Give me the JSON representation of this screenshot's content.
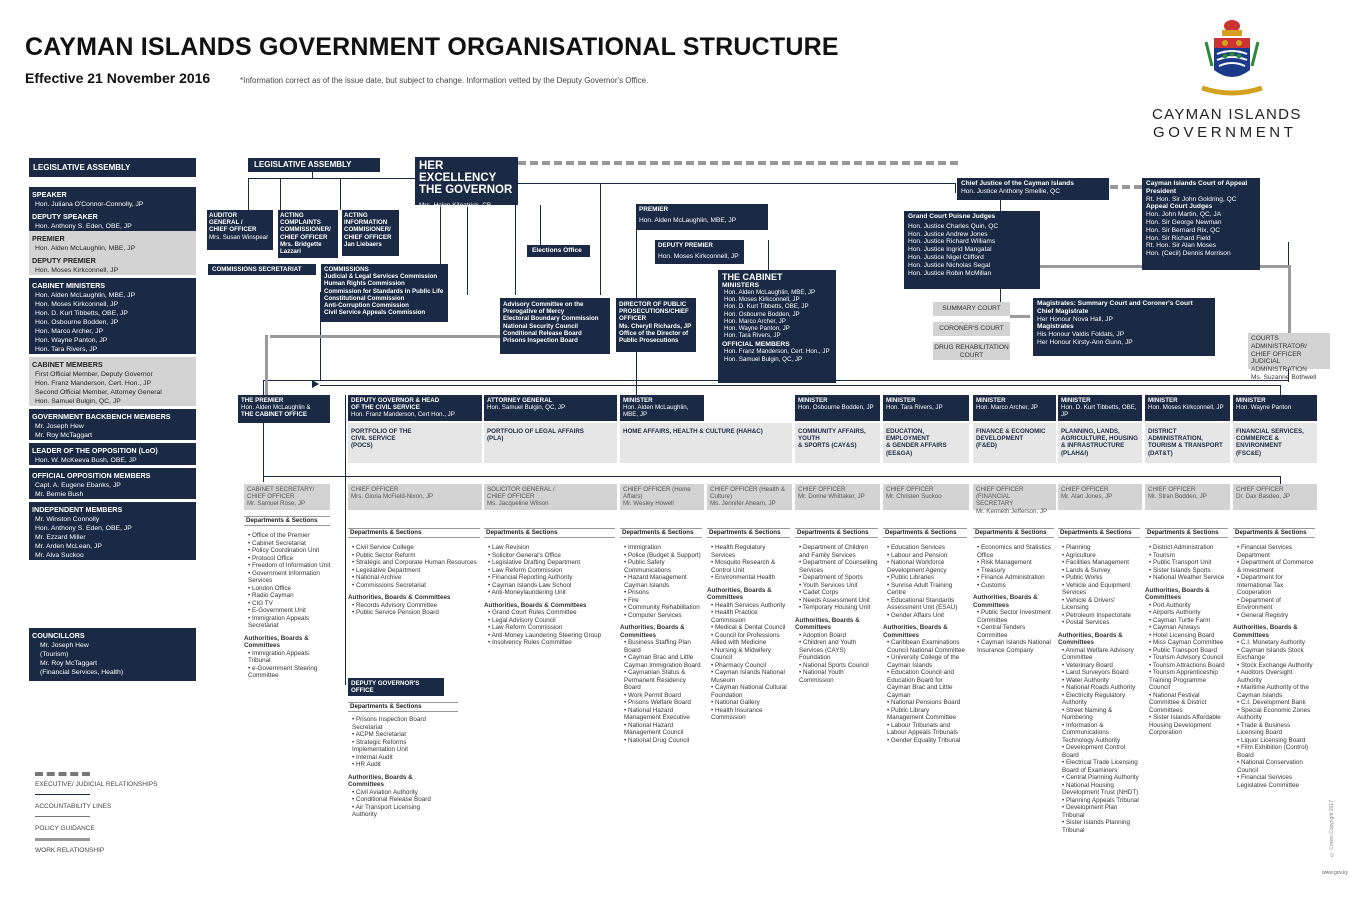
{
  "header": {
    "title": "CAYMAN ISLANDS GOVERNMENT ORGANISATIONAL STRUCTURE",
    "effective": "Effective 21 November 2016",
    "note": "*Information correct as of the issue date, but subject to change. Information vetted by the Deputy Governor's Office.",
    "logo_line1": "CAYMAN ISLANDS",
    "logo_line2": "GOVERNMENT"
  },
  "sidebar": {
    "title": "LEGISLATIVE ASSEMBLY",
    "groups": [
      {
        "heading": "SPEAKER",
        "items": [
          "Hon. Juliana O'Connor-Connolly, JP"
        ],
        "tone": "navy"
      },
      {
        "heading": "DEPUTY SPEAKER",
        "items": [
          "Hon. Anthony S. Eden, OBE, JP"
        ],
        "tone": "navy"
      },
      {
        "heading": "PREMIER",
        "items": [
          "Hon. Alden McLaughlin, MBE, JP"
        ],
        "tone": "grey"
      },
      {
        "heading": "DEPUTY PREMIER",
        "items": [
          "Hon. Moses Kirkconnell, JP"
        ],
        "tone": "grey"
      },
      {
        "heading": "CABINET MINISTERS",
        "items": [
          "Hon. Alden McLaughlin, MBE, JP",
          "Hon. Moses Kirkconnell, JP",
          "Hon. D. Kurt Tibbetts, OBE, JP",
          "Hon. Osbourne Bodden, JP",
          "Hon. Marco Archer, JP",
          "Hon. Wayne Panton, JP",
          "Hon. Tara Rivers, JP"
        ],
        "tone": "navy"
      },
      {
        "heading": "CABINET MEMBERS",
        "items": [
          "First Official Member, Deputy Governor",
          "Hon. Franz Manderson, Cert. Hon., JP",
          "Second Official Member, Attorney General",
          "Hon. Samuel Bulgin, QC, JP"
        ],
        "tone": "grey"
      },
      {
        "heading": "GOVERNMENT BACKBENCH MEMBERS",
        "items": [
          "Mr. Joseph Hew",
          "Mr. Roy McTaggart"
        ],
        "tone": "navy"
      },
      {
        "heading": "LEADER OF THE OPPOSITION (LoO)",
        "items": [
          "Hon. W. McKeeva Bush, OBE, JP"
        ],
        "tone": "navy"
      },
      {
        "heading": "OFFICIAL OPPOSITION MEMBERS",
        "items": [
          "Capt. A. Eugene Ebanks, JP",
          "Mr. Bernie Bush"
        ],
        "tone": "navy"
      },
      {
        "heading": "INDEPENDENT MEMBERS",
        "items": [
          "Mr. Winston Connolly",
          "Hon. Anthony S. Eden, OBE, JP",
          "Mr. Ezzard Miller",
          "Mr. Arden McLean, JP",
          "Mr. Alva Suckoo"
        ],
        "tone": "navy"
      }
    ],
    "councillors": {
      "heading": "COUNCILLORS",
      "items": [
        "Mr. Joseph Hew",
        "(Tourism)",
        "Mr. Roy McTaggart",
        "(Financial Services, Health)"
      ]
    }
  },
  "legend": [
    "EXECUTIVE/ JUDICIAL RELATIONSHIPS",
    "ACCOUNTABILITY LINES",
    "POLICY GUIDANCE",
    "WORK RELATIONSHIP"
  ],
  "top": {
    "leg_assembly": "LEGISLATIVE ASSEMBLY",
    "auditor": [
      "AUDITOR",
      "GENERAL /",
      "CHIEF OFFICER",
      "Mrs. Susan Winspear"
    ],
    "complaints": [
      "ACTING COMPLAINTS",
      "COMMISSIONER/",
      "CHIEF OFFICER",
      "Mrs. Bridgette",
      "Lazzari"
    ],
    "info": [
      "ACTING",
      "INFORMATION",
      "COMMISIONER/",
      "CHIEF OFFICER",
      "Jan Liebaers"
    ],
    "comm_sec": "COMMISSIONS SECRETARIAT",
    "commissions": [
      "COMMISSIONS",
      "Judicial & Legal Services Commission",
      "Human Rights Commission",
      "Commission for Standards in Public Life",
      "Constitutional Commission",
      "Anti-Corruption Commission",
      "Civil Service Appeals Commission"
    ],
    "governor_title": "HER EXCELLENCY THE GOVERNOR",
    "governor_name": "Mrs. Helen Kilpatrick,  CB",
    "elections": "Elections Office",
    "advisory": [
      "Advisory Committee on the",
      "Prerogative of Mercy",
      "Electoral Boundary Commission",
      "National Security Council",
      "Conditional Release Board",
      "Prisons Inspection Board"
    ],
    "dpp": [
      "DIRECTOR OF PUBLIC",
      "PROSECUTIONS/CHIEF",
      "OFFICER",
      "Ms. Cheryll Richards, JP",
      "Office of the Director of",
      "Public Prosecutions"
    ],
    "premier_label": "PREMIER",
    "premier_name": "Hon. Alden McLaughlin, MBE, JP",
    "dp_label": "DEPUTY PREMIER",
    "dp_name": "Hon. Moses Kirkconnell, JP",
    "cabinet_title": "THE CABINET",
    "cabinet_ministers_h": "MINISTERS",
    "cabinet_ministers": [
      "Hon. Alden McLaughlin, MBE, JP",
      "Hon. Moses Kirkconnell, JP",
      "Hon. D. Kurt Tibbetts, OBE, JP",
      "Hon. Osbourne Bodden, JP",
      "Hon. Marco Archer, JP",
      "Hon. Wayne Panton, JP",
      "Hon. Tara Rivers, JP"
    ],
    "cabinet_official_h": "OFFICIAL MEMBERS",
    "cabinet_official": [
      "Hon. Franz Manderson, Cert. Hon., JP",
      "Hon. Samuel Bulgin, QC, JP"
    ],
    "chief_justice": [
      "Chief Justice of the Cayman Islands",
      "Hon. Justice Anthony Smellie, QC"
    ],
    "appeal": [
      "Cayman Islands Court of Appeal",
      "President",
      "Rt. Hon. Sir John Goldring, QC",
      "Appeal Court Judges",
      "Hon. John Martin, QC, JA",
      "Hon. Sir George Newman",
      "Hon. Sir Bernard Rix, QC",
      "Hon. Sir Richard Field",
      "Rt. Hon. Sir Alan Moses",
      "Hon. (Cecil) Dennis Morrison"
    ],
    "grand_court": [
      "Grand Court Puisne Judges",
      "Hon. Justice Charles Quin, QC",
      "Hon. Justice Andrew Jones",
      "Hon. Justice Richard Williams",
      "Hon. Justice Ingrid Mangatal",
      "Hon. Justice Nigel Clifford",
      "Hon. Justice Nicholas Segal",
      "Hon. Justice Robin McMillan"
    ],
    "summary_court": "SUMMARY COURT",
    "coroners_court": "CORONER'S COURT",
    "drug_court": "DRUG REHABILITATION COURT",
    "magistrates": [
      "Magistrates: Summary Court and Coroner's Court",
      "Chief Magistrate",
      "Her Honour Nova Hall, JP",
      "Magistrates",
      "His Honour Valdis Foldats, JP",
      "Her Honour Kirsty-Ann Gunn, JP"
    ],
    "courts_admin": [
      "COURTS ADMINISTRATOR/",
      "CHIEF OFFICER",
      "JUDICIAL ADMINISTRATION",
      "Ms. Suzanne Bothwell"
    ]
  },
  "premier_box": [
    "THE PREMIER",
    "Hon. Alden McLaughlin &",
    "THE CABINET OFFICE"
  ],
  "columns": [
    {
      "head": [
        "DEPUTY GOVERNOR & HEAD",
        "OF THE CIVIL SERVICE"
      ],
      "name": "Hon. Franz Manderson, Cert Hon., JP",
      "portfolio": [
        "PORTFOLIO OF THE",
        "CIVIL SERVICE",
        "(POCS)"
      ],
      "co": [
        "CHIEF OFFICER",
        "Mrs. Gloria McField-Nixon, JP"
      ],
      "depts": [
        "Civil Service College",
        "Public Sector Reform",
        "Strategic and Corporate Human Resources",
        "Legislative Department",
        "National Archive",
        "Commissions Secretariat"
      ],
      "boards": [
        "Records Advisory Committee",
        "Public Service Pension Board"
      ]
    },
    {
      "head": [
        "ATTORNEY GENERAL"
      ],
      "name": "Hon. Samuel Bulgin, QC, JP",
      "portfolio": [
        "PORTFOLIO OF LEGAL AFFAIRS",
        "(PLA)"
      ],
      "co": [
        "SOLICITOR GENERAL /",
        "CHIEF OFFICER",
        "Ms. Jacqueline Wilson"
      ],
      "depts": [
        "Law Revision",
        "Solicitor General's Office",
        "Legislative Drafting Department",
        "Law Reform Commission",
        "Financial Reporting Authority",
        "Cayman Islands Law School",
        "Anti-Moneylaundering Unit"
      ],
      "boards": [
        "Grand Court Rules Committee",
        "Legal Advisory Council",
        "Law Reform Commission",
        "Anti-Money Laundering Steering Group",
        "Insolvency Rules Committee"
      ]
    },
    {
      "head": [
        "MINISTER"
      ],
      "name": "Hon. Alden McLaughlin, MBE, JP",
      "portfolio": [
        "HOME AFFAIRS, HEALTH & CULTURE (HAH&C)"
      ],
      "co": [
        "CHIEF OFFICER (Home Affairs)",
        "Mr. Wesley Howell"
      ],
      "depts": [
        "Immigration",
        "Police (Budget & Support)",
        "Public Safety Communications",
        "Hazard Management Cayman Islands",
        "Prisons",
        "Fire",
        "Community Rehabilitation",
        "Computer Services"
      ],
      "boards": [
        "Business Staffing Plan Board",
        "Cayman Brac and Little Cayman Immigration Board",
        "Caymanian Status & Permanent Residency Board",
        "Work Permit Board",
        "Prisons Welfare Board",
        "National Hazard Management Executive",
        "National Hazard Management Council",
        "National Drug Council"
      ]
    },
    {
      "head": [],
      "name": "",
      "portfolio": [],
      "co": [
        "CHIEF OFFICER (Health & Culture)",
        "Ms. Jennifer Ahearn, JP"
      ],
      "depts": [
        "Health Regulatory Services",
        "Mosquito Research & Control Unit",
        "Environmental Health"
      ],
      "boards": [
        "Health Services Authority",
        "Health Practice Commission",
        "Medical & Dental Council",
        "Council for Professions Allied with Medicine",
        "Nursing & Midwifery Council",
        "Pharmacy Council",
        "Cayman Islands National Museum",
        "Cayman National Cultural Foundation",
        "National Gallery",
        "Health Insurance Commission"
      ]
    },
    {
      "head": [
        "MINISTER"
      ],
      "name": "Hon. Osbourne Bodden, JP",
      "portfolio": [
        "COMMUNITY AFFAIRS, YOUTH",
        "& SPORTS (CAY&S)"
      ],
      "co": [
        "CHIEF OFFICER",
        "Mr. Dorine Whittaker, JP"
      ],
      "depts": [
        "Department of Children and Family Services",
        "Department of Counselling Services",
        "Department of Sports",
        "Youth Services Unit",
        "Cadet Corps",
        "Needs Assessment Unit",
        "Temporary Housing Unit"
      ],
      "boards": [
        "Adoption Board",
        "Children and Youth Services (CAYS) Foundation",
        "National Sports Council",
        "National Youth Commission"
      ]
    },
    {
      "head": [
        "MINISTER"
      ],
      "name": "Hon. Tara Rivers, JP",
      "portfolio": [
        "EDUCATION, EMPLOYMENT",
        "& GENDER AFFAIRS",
        "(EE&GA)"
      ],
      "co": [
        "CHIEF OFFICER",
        "Mr. Christen Suckoo"
      ],
      "depts": [
        "Education Services",
        "Labour and Pension",
        "National Workforce Development Agency",
        "Public Libraries",
        "Sunrise Adult Training Centre",
        "Educational Standards Assessment Unit (ESAU)",
        "Gender Affairs Unit"
      ],
      "boards": [
        "Caribbean Examinations Council National Committee",
        "University College of the Cayman Islands",
        "Education Council and Education Board for Cayman Brac and Little Cayman",
        "National Pensions Board",
        "Public Library Management Committee",
        "Labour Tribunals and Labour Appeals Tribunals",
        "Gender Equality Tribunal"
      ]
    },
    {
      "head": [
        "MINISTER"
      ],
      "name": "Hon. Marco Archer, JP",
      "portfolio": [
        "FINANCE & ECONOMIC",
        "DEVELOPMENT",
        "(F&ED)"
      ],
      "co": [
        "CHIEF OFFICER (FINANCIAL",
        "SECRETARY",
        "Mr. Kenneth Jefferson, JP"
      ],
      "depts": [
        "Economics and Statistics Office",
        "Risk Management",
        "Treasury",
        "Finance Administration",
        "Customs"
      ],
      "boards": [
        "Public Sector Investment Committee",
        "Central Tenders Committee",
        "Cayman Islands National Insurance Company"
      ]
    },
    {
      "head": [
        "MINISTER"
      ],
      "name": "Hon. D. Kurt Tibbetts, OBE, JP",
      "portfolio": [
        "PLANNING, LANDS,",
        "AGRICULTURE, HOUSING",
        "& INFRASTRUCTURE",
        "(PLAH&I)"
      ],
      "co": [
        "CHIEF OFFICER",
        "Mr. Alan Jones, JP"
      ],
      "depts": [
        "Planning",
        "Agriculture",
        "Facilities Management",
        "Lands & Survey",
        "Public Works",
        "Vehicle and Equipment Services",
        "Vehicle & Drivers' Licensing",
        "Petroleum Inspectorate",
        "Postal Services"
      ],
      "boards": [
        "Animal Welfare Advisory Committee",
        "Veterinary Board",
        "Land Surveyors Board",
        "Water Authority",
        "National Roads Authority",
        "Electricity Regulatory Authority",
        "Street Naming & Numbering",
        "Information & Communications Technology Authority",
        "Development Control Board",
        "Electrical Trade Licensing Board of Examiners",
        "Central Planning Authority",
        "National Housing Development Trust (NHDT)",
        "Planning Appeals Tribunal",
        "Development Plan Tribunal",
        "Sister Islands Planning Tribunal"
      ]
    },
    {
      "head": [
        "MINISTER"
      ],
      "name": "Hon. Moses Kirkconnell, JP",
      "portfolio": [
        "DISTRICT",
        "ADMINISTRATION,",
        "TOURISM & TRANSPORT",
        "(DAT&T)"
      ],
      "co": [
        "CHIEF OFFICER",
        "Mr. Stran Bodden, JP"
      ],
      "depts": [
        "District Administration",
        "Tourism",
        "Public Transport Unit",
        "Sister Islands Sports",
        "National Weather Service"
      ],
      "boards": [
        "Port Authority",
        "Airports Authority",
        "Cayman Turtle Farm",
        "Cayman Airways",
        "Hotel Licensing Board",
        "Miss Cayman Committee",
        "Public Transport Board",
        "Tourism Advisory Council",
        "Tourism Attractions Board",
        "Tourism Apprenticeship Training Programme Council",
        "National Festival Committee & District Committees",
        "Sister Islands Affordable Housing Development Corporation"
      ]
    },
    {
      "head": [
        "MINISTER"
      ],
      "name": "Hon. Wayne Panton",
      "portfolio": [
        "FINANCIAL SERVICES,",
        "COMMERCE &",
        "ENVIRONMENT",
        "(FSC&E)"
      ],
      "co": [
        "CHIEF OFFICER",
        "Dr. Dax Basdeo, JP"
      ],
      "depts": [
        "Financial Services Department",
        "Department of Commerce & Investment",
        "Department for International Tax Cooperation",
        "Department of Environment",
        "General Registry"
      ],
      "boards": [
        "C.I. Monetary Authority",
        "Cayman Islands Stock Exchange",
        "Stock Exchange Authority",
        "Auditors Oversight Authority",
        "Maritime Authority of the Cayman Islands",
        "C.I. Development Bank",
        "Special Economic Zones Authority",
        "Trade & Business Licensing Board",
        "Liquor Licensing Board",
        "Film Exhibition (Control) Board",
        "National Conservation Council",
        "Financial Services Legislative Committee"
      ]
    }
  ],
  "cabinet_office": {
    "co": [
      "CABINET SECRETARY/",
      "CHIEF OFFICER",
      "Mr. Samuel Rose, JP"
    ],
    "depts": [
      "Office of the Premier",
      "Cabinet Secretariat",
      "Policy Coordination Unit",
      "Protocol Office",
      "Freedom of Information Unit",
      "Government Information Services",
      "London Office",
      "Radio Cayman",
      "CIG TV",
      "E-Government Unit",
      "Immigration Appeals Secretariat"
    ],
    "boards": [
      "Immigration Appeals Tribunal",
      "e-Government Steering Committee"
    ]
  },
  "dgo": {
    "title": [
      "DEPUTY GOVERNOR'S",
      "OFFICE"
    ],
    "depts": [
      "Prisons Inspection Board Secretariat",
      "ACPM Secretariat",
      "Strategic Reforms Implementation Unit",
      "Internal Audit",
      "HR Audit"
    ],
    "boards": [
      "Civil Aviation Authority",
      "Conditional Release Board",
      "Air Transport Licensing Authority"
    ]
  },
  "labels": {
    "depts": "Departments & Sections",
    "boards": "Authorities, Boards & Committees"
  },
  "footer": {
    "web": "www.gov.ky",
    "copyright": "© Crown Copyright 2017"
  }
}
